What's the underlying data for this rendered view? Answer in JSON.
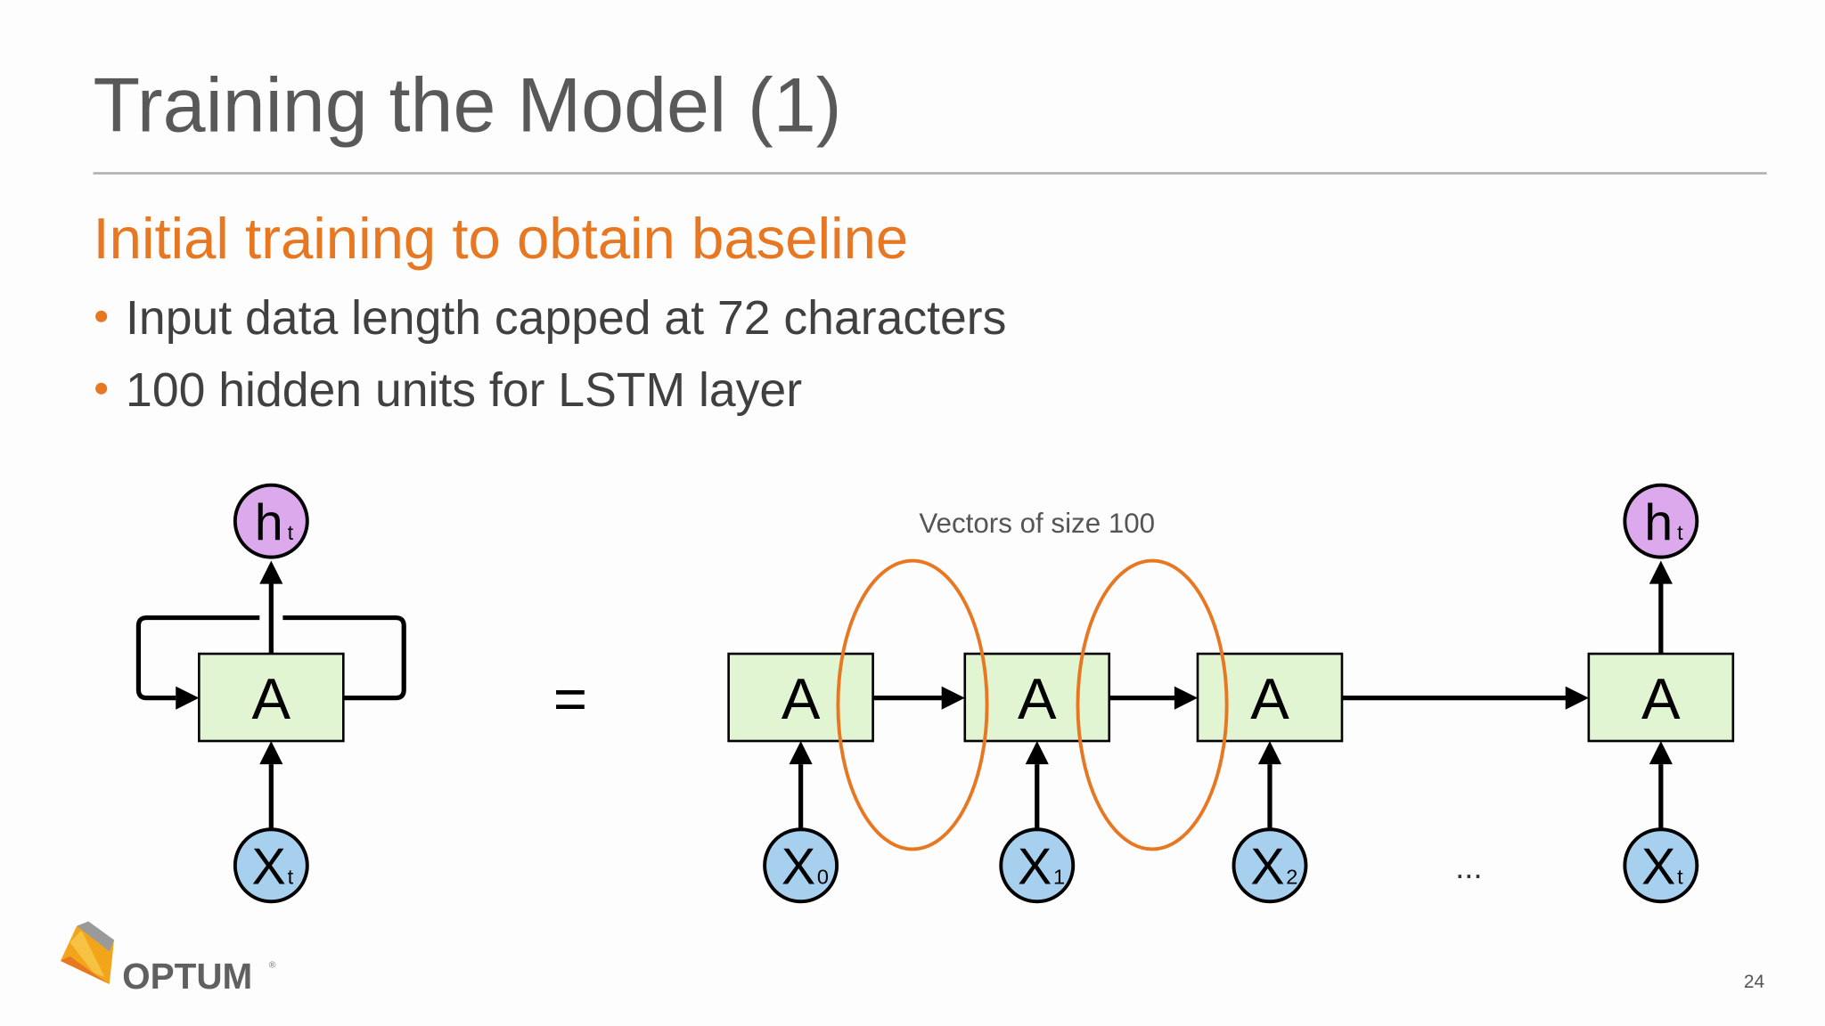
{
  "slide": {
    "title": "Training the Model (1)",
    "subtitle": "Initial training to obtain baseline",
    "bullets": [
      "Input data length capped at 72 characters",
      "100 hidden units for LSTM layer"
    ],
    "page_number": "24",
    "logo_text": "OPTUM",
    "colors": {
      "accent": "#E87722",
      "title": "#595959",
      "body": "#404040",
      "cell_fill": "#E2F5D3",
      "output_fill": "#DCAAEC",
      "input_fill": "#A7D0EE"
    }
  },
  "diagram": {
    "cell_label": "A",
    "output_label": {
      "main": "h",
      "sub": "t"
    },
    "equals": "=",
    "annotation": "Vectors of size 100",
    "ellipsis": "...",
    "inputs": [
      {
        "main": "X",
        "sub": "0"
      },
      {
        "main": "X",
        "sub": "1"
      },
      {
        "main": "X",
        "sub": "2"
      },
      {
        "main": "X",
        "sub": "t"
      }
    ],
    "rolled_input": {
      "main": "X",
      "sub": "t"
    }
  }
}
